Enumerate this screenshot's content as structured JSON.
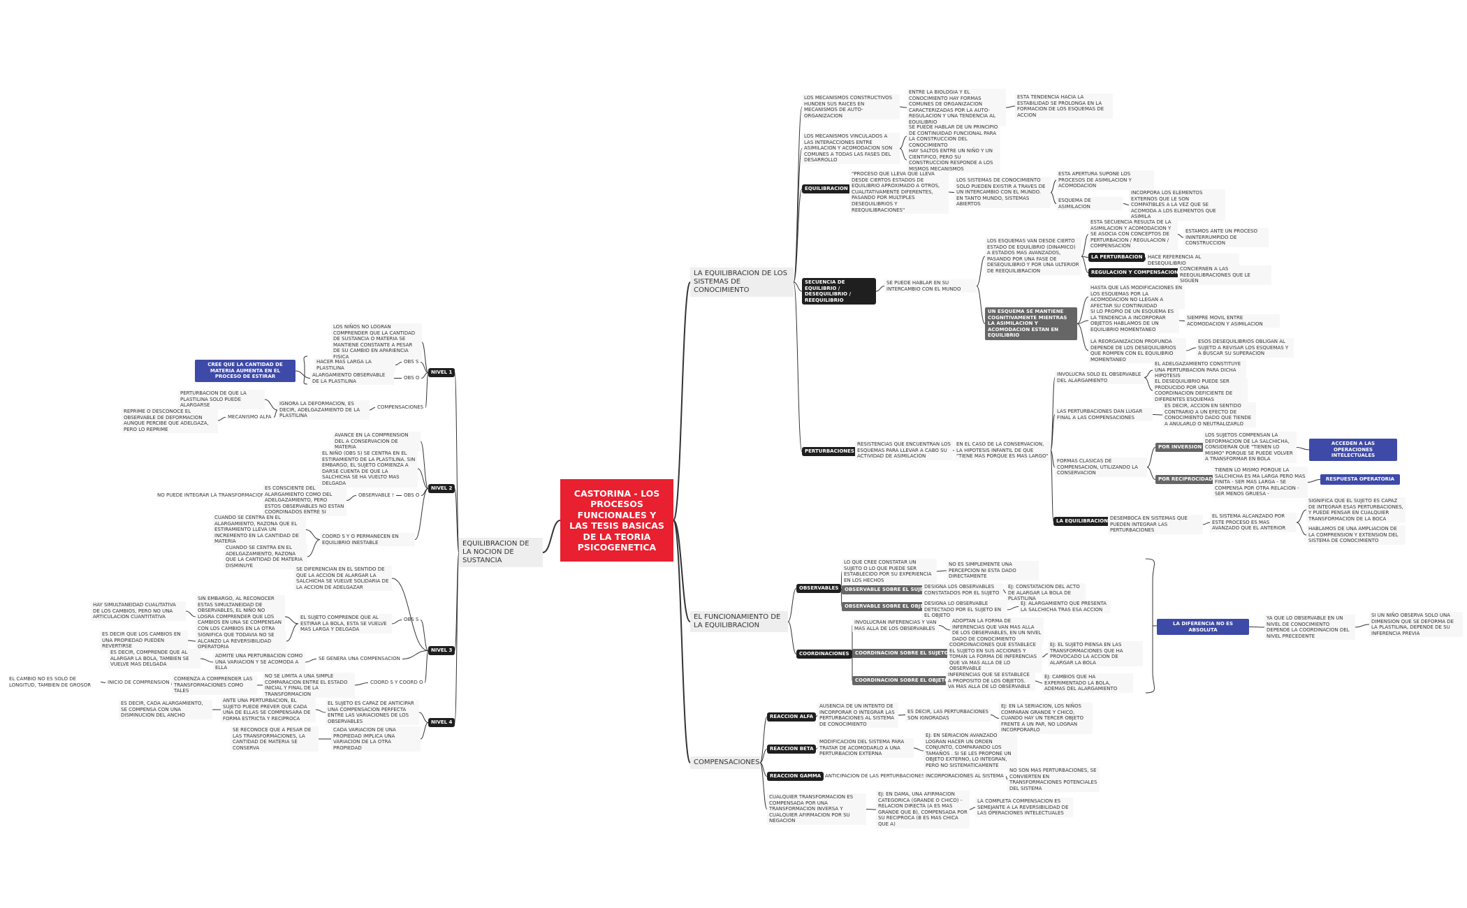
{
  "colors": {
    "root": "#e8202f",
    "dark": "#1f1f1f",
    "gray": "#666666",
    "blue": "#3e4aa8",
    "line": "#333333",
    "light_bg": "#f7f7f7"
  },
  "root": "CASTORINA - LOS PROCESOS FUNCIONALES Y LAS TESIS BASICAS DE LA TEORIA PSICOGENETICA",
  "branches": {
    "equilibracion": "LA EQUILIBRACION DE LOS SISTEMAS DE CONOCIMIENTO",
    "funcionamiento": "EL FUNCIONAMIENTO DE LA EQUILIBRACION",
    "compensaciones": "COMPENSACIONES",
    "sustancia": "EQUILIBRACION DE LA NOCION DE SUSTANCIA"
  },
  "eq": {
    "mec_constructivos": "LOS MECANISMOS CONSTRUCTIVOS HUNDEN SUS RAICES EN MECANISMOS DE AUTO-ORGANIZACION",
    "biologia": "ENTRE LA BIOLOGIA Y EL CONOCIMIENTO HAY FORMAS COMUNES DE ORGANIZACION CARACTERIZADAS POR LA AUTO-REGULACION Y UNA TENDENCIA AL EQUILIBRIO",
    "tendencia": "ESTA TENDENCIA HACIA LA ESTABILIDAD SE PROLONGA EN LA FORMACION DE LOS ESQUEMAS DE ACCION",
    "mec_vinculados": "LOS MECANISMOS VINCULADOS A LAS INTERACCIONES ENTRE ASIMILACION Y ACOMODACION SON COMUNES A TODAS LAS FASES DEL DESARROLLO",
    "principio": "SE PUEDE HABLAR DE UN PRINCIPIO DE CONTINUIDAD FUNCIONAL PARA LA CONSTRUCCION DEL CONOCIMIENTO",
    "saltos": "HAY SALTOS ENTRE UN NIÑO Y UN CIENTIFICO, PERO SU CONSTRUCCION RESPONDE A LOS MISMOS MECANISMOS",
    "equilibracion_label": "EQUILIBRACION",
    "proceso": "\"PROCESO QUE LLEVA QUE LLEVA DESDE CIERTOS ESTADOS DE EQUILIBRIO APROXIMADO A OTROS, CUALITATIVAMENTE DIFERENTES, PASANDO POR MULTIPLES DESEQUILIBRIOS Y REEQUILIBRACIONES\"",
    "sistemas": "LOS SISTEMAS DE CONOCIMIENTO SOLO PUEDEN EXISTIR A TRAVES DE UN INTERCAMBIO CON EL MUNDO. EN TANTO MUNDO, SISTEMAS ABIERTOS",
    "apertura": "ESTA APERTURA SUPONE LOS PROCESOS DE ASIMILACION Y ACOMODACION",
    "esquema_asim": "ESQUEMA DE ASIMILACION",
    "incorpora": "INCORPORA LOS ELEMENTOS EXTERNOS QUE LE SON COMPATIBLES A LA VEZ QUE SE ACOMODA A LOS ELEMENTOS QUE ASIMILA",
    "secuencia_label": "SECUENCIA DE EQUILIBRIO / DESEQUILIBRIO / REEQUILIBRIO",
    "intercambio": "SE PUEDE HABLAR EN SU INTERCAMBIO CON EL MUNDO",
    "esquemas_van": "LOS ESQUEMAS VAN DESDE CIERTO ESTADO DE EQUILIBRIO (DINAMICO) A ESTADOS MAS AVANZADOS, PASANDO POR UNA FASE DE DESEQUILIBRIO Y POR UNA ULTERIOR DE REEQUILIBRACION",
    "secuencia_resulta": "ESTA SECUENCIA RESULTA DE LA ASIMILACION Y ACOMODACION Y SE ASOCIA CON CONCEPTOS DE PERTURBACION / REGULACION / COMPENSACION",
    "estamos": "ESTAMOS ANTE UN PROCESO ININTERRUMPIDO DE CONSTRUCCION",
    "la_perturbacion": "LA PERTURBACION",
    "hace_ref": "HACE REFERENCIA AL DESEQUILIBRIO",
    "regulacion": "REGULACION Y COMPENSACION",
    "conciernen": "CONCIERNEN A LAS REEQUILIBRACIONES QUE LE SIGUEN",
    "un_esquema": "UN ESQUEMA SE MANTIENE COGNITIVAMENTE MIENTRAS LA ASIMILACION Y ACOMODACION ESTAN EN EQUILIBRIO",
    "hasta_que": "HASTA QUE LAS MODIFICACIONES EN LOS ESQUEMAS POR LA ACOMODACION NO LLEGAN A AFECTAR SU CONTINUIDAD",
    "si_lo_propio": "SI LO PROPIO DE UN ESQUEMA ES LA TENDENCIA A INCORPORAR OBJETOS HABLAMOS DE UN EQUILIBRIO MOMENTANEO",
    "siempre_movil": "SIEMPRE MOVIL ENTRE ACOMODACION Y ASIMILACION",
    "reorganizacion": "LA REORGANIZACION PROFUNDA DEPENDE DE LOS DESEQUILIBRIOS QUE ROMPEN CON EL EQUILIBRIO MOMENTANEO",
    "esos_deseq": "ESOS DESEQUILIBRIOS OBLIGAN AL SUJETO A REVISAR LOS ESQUEMAS Y A BUSCAR SU SUPERACION",
    "perturbaciones_label": "PERTURBACIONES",
    "resistencias": "RESISTENCIAS QUE ENCUENTRAN LOS ESQUEMAS PARA LLEVAR A CABO SU ACTIVIDAD DE ASIMILACION",
    "en_el_caso": "EN EL CASO DE LA CONSERVACION, LA HIPOTESIS INFANTIL DE QUE \"TIENE MAS PORQUE ES MAS LARGO\"",
    "involucra": "INVOLUCRA SOLO EL OBSERVABLE DEL ALARGAMIENTO",
    "adelgazamiento": "EL ADELGAZAMIENTO CONSTITUYE UNA PERTURBACION PARA DICHA HIPOTESIS",
    "desequilibrio_puede": "EL DESEQUILIBRIO PUEDE SER PRODUCIDO POR UNA COORDINACION DEFICIENTE DE DIFERENTES ESQUEMAS",
    "las_perturbaciones": "LAS PERTURBACIONES DAN LUGAR FINAL A LAS COMPENSACIONES",
    "es_decir_accion": "ES DECIR, ACCION EN SENTIDO CONTRARIO A UN EFECTO DE CONOCIMIENTO DADO QUE TIENDE A ANULARLO O NEUTRALIZARLO",
    "formas_clasicas": "FORMAS CLASICAS DE COMPENSACION, UTILIZANDO LA CONSERVACION",
    "por_inversion": "POR INVERSION",
    "los_sujetos": "LOS SUJETOS COMPENSAN LA DEFORMACION DE LA SALCHICHA, CONSIDERAN QUE \"TIENEN LO MISMO\" PORQUE SE PUEDE VOLVER A TRANSFORMAR EN BOLA",
    "acceden": "ACCEDEN A LAS OPERACIONES INTELECTUALES",
    "por_reciprocidad": "POR RECIPROCIDAD",
    "tienen_lo_mismo": "TIENEN LO MISMO PORQUE LA SALCHICHA ES MA LARGA PERO MAS FINITA - SER MAS LARGA - SE COMPENSA POR OTRA RELACION - SER MENOS GRUESA -",
    "respuesta": "RESPUESTA OPERATORIA",
    "la_equilibracion_label": "LA EQUILIBRACION",
    "desemboca": "DESEMBOCA EN SISTEMAS QUE PUEDEN INTEGRAR LAS PERTURBACIONES",
    "sistema_alcanzado": "EL SISTEMA ALCANZADO POR ESTE PROCESO ES MAS AVANZADO QUE EL ANTERIOR",
    "significa": "SIGNIFICA QUE EL SUJETO ES CAPAZ DE INTEGRAR ESAS PERTURBACIONES, Y PUEDE PENSAR EN CUALQUIER TRANSFORMACION DE LA BOCA",
    "hablamos": "HABLAMOS DE UNA AMPLIACION DE LA COMPRENSION Y EXTENSION DEL SISTEMA DE CONOCIMIENTO"
  },
  "fn": {
    "observables_label": "OBSERVABLES",
    "lo_que_cree": "LO QUE CREE CONSTATAR UN SUJETO O LO QUE PUEDE SER ESTABLECIDO POR SU EXPERIENCIA EN LOS HECHOS",
    "no_es_simplemente": "NO ES SIMPLEMENTE UNA PERCEPCION NI ESTA DADO DIRECTAMENTE",
    "obs_sujeto": "OBSERVABLE SOBRE EL SUJETO",
    "designa_sujeto": "DESIGNA LOS OBSERVABLES CONSTATADOS POR EL SUJETO",
    "ej_constatacion": "EJ: CONSTATACION DEL ACTO DE ALARGAR LA BOLA DE PLASTILINA",
    "obs_objeto": "OBSERVABLE SOBRE EL OBJETO",
    "designa_objeto": "DESIGNA LO OBSERVABLE DETECTADO POR EL SUJETO EN EL OBJETO",
    "ej_alargamiento": "EJ: ALARGAMIENTO QUE PRESENTA LA SALCHICHA TRAS ESA ACCION",
    "coordinaciones_label": "COORDINACIONES",
    "involucran": "INVOLUCRAN INFERENCIAS Y VAN MAS ALLA DE LOS OBSERVABLES",
    "adoptan": "ADOPTAN LA FORMA DE INFERENCIAS QUE VAN MAS ALLA DE LOS OBSERVABLES, EN UN NIVEL DADO DE CONOCIMIENTO",
    "coord_sujeto": "COORDINACION SOBRE EL SUJETO",
    "coord_sujeto_txt": "COORDINACIONES QUE ESTABLECE EL SUJETO EN SUS ACCIONES Y TOMAN LA FORMA DE INFERENCIAS QUE VA MAS ALLA DE LO OBSERVABLE",
    "ej_piensa": "EJ: EL SUJETO PIENSA EN LAS TRANSFORMACIONES QUE HA PROVOCADO LA ACCION DE ALARGAR LA BOLA",
    "coord_objeto": "COORDINACION SOBRE EL OBJETO",
    "coord_objeto_txt": "INFERENCIAS QUE SE ESTABLECE A PROPOSITO DE LOS OBJETOS. VA MAS ALLA DE LO OBSERVABLE",
    "ej_cambios": "EJ: CAMBIOS QUE HA EXPERIMENTADO LA BOLA, ADEMAS DEL ALARGAMIENTO",
    "diferencia": "LA DIFERENCIA NO ES ABSOLUTA",
    "ya_que": "YA QUE LO OBSERVABLE EN UN NIVEL DE CONOCIMIENTO DEPENDE LA COORDINACION DEL NIVEL PRECEDENTE",
    "si_un_nino": "SI UN NIÑO OBSERVA SOLO UNA DIMENSION QUE SE DEFORMA DE LA PLASTILINA, DEPENDE DE SU INFERENCIA PREVIA"
  },
  "cp": {
    "alfa": "REACCION ALFA",
    "alfa_txt": "AUSENCIA DE UN INTENTO DE INCORPORAR O INTEGRAR LAS PERTURBACIONES AL SISTEMA DE CONOCIMIENTO",
    "alfa_decir": "ES DECIR, LAS PERTURBACIONES SON IGNORADAS",
    "alfa_ej": "EJ: EN LA SERIACION, LOS NIÑOS COMPARAN GRANDE Y CHICO, CUANDO HAY UN TERCER OBJETO FRENTE A UN PAR, NO LOGRAN INCORPORARLO",
    "beta": "REACCION  BETA",
    "beta_txt": "MODIFICACION DEL SISTEMA PARA TRATAR DE ACOMODARLO A UNA PERTURBACION EXTERNA",
    "beta_ej": "EJ: EN SERIACION AVANZADO LOGRAN HACER UN ORDEN CONJUNTO, COMPARANDO LOS TAMAÑOS . SI SE LES PROPONE UN OBJETO EXTERNO, LO INTEGRAN, PERO NO SISTEMATICAMENTE",
    "gamma": "REACCION GAMMA",
    "gamma_txt": "ANTICIPACION DE LAS PERTURBACIONES",
    "gamma_incorp": "INCORPORACIONES AL SISTEMA",
    "gamma_no": "NO SON MAS PERTURBACIONES, SE CONVIERTEN EN TRANSFORMACIONES POTENCIALES DEL SISTEMA",
    "cualquier": "CUALQUIER TRANSFORMACION ES COMPENSADA POR UNA TRANSFORMACION INVERSA Y CUALQUIER AFIRMACION POR SU NEGACION",
    "ej_dama": "EJ: EN DAMA, UNA AFIRMACION CATEGORICA (GRANDE O CHICO) - RELACION DIRECTA (A ES MAS GRANDE QUE B), COMPENSADA POR SU RECIPROCA (B ES MAS CHICA QUE A)",
    "la_completa": "LA COMPLETA COMPENSACION ES SEMEJANTE A LA REVERSIBILIDAD DE LAS OPERACIONES INTELECTUALES"
  },
  "sus": {
    "nivel1": "NIVEL 1",
    "n1_ninos": "LOS NIÑOS NO LOGRAN COMPRENDER QUE LA CANTIDAD DE SUSTANCIA O MATERIA SE MANTIENE CONSTANTE A PESAR DE SU CAMBIO EN APARIENCIA FISICA",
    "n1_hacer": "HACER MAS LARGA LA PLASTILINA",
    "obs_s": "OBS S",
    "obs_o": "OBS O",
    "n1_alargamiento": "ALARGAMIENTO OBSERVABLE DE LA PLASTILINA",
    "n1_cree": "CREE QUE LA CANTIDAD DE MATERIA AUMENTA EN EL PROCESO DE ESTIRAR",
    "n1_perturbacion": "PERTURBACION DE QUE LA PLASTILINA SOLO PUEDE ALARGARSE",
    "n1_ignora": "IGNORA LA DEFORMACION, ES DECIR, ADELGAZAMIENTO DE LA PLASTILINA",
    "n1_compensaciones": "COMPENSACIONES",
    "n1_reprime": "REPRIME O DESCONOCE EL OBSERVABLE DE DEFORMACION AUNQUE PERCIBE QUE ADELGAZA, PERO LO REPRIME",
    "n1_mec_alfa": "MECANISMO ALFA",
    "nivel2": "NIVEL 2",
    "n2_avance": "AVANCE EN LA COMPRENSION DEL A CONSERVACION DE MATERIA",
    "n2_nino": "EL NIÑO (OBS S) SE CENTRA EN EL ESTIRAMIENTO DE LA PLASTILINA. SIN EMBARGO, EL SUJETO COMIENZA A DARSE CUENTA DE QUE LA SALCHICHA SE HA VUELTO MAS DELGADA",
    "n2_no_puede": "NO PUEDE INTEGRAR LA TRANSFORMACION",
    "n2_consciente": "ES CONSCIENTE DEL ALARGAMIENTO COMO DEL ADELGAZAMIENTO, PERO ESTOS OBSERVABLES NO ESTAN COORDINADOS ENTRE SI",
    "n2_observable": "OBSERVABLE !",
    "n2_cuando1": "CUANDO SE CENTRA EN EL ALARGAMIENTO, RAZONA QUE EL ESTIRAMIENTO LLEVA UN INCREMENTO EN LA CANTIDAD DE MATERIA",
    "n2_coord": "COORD S Y O PERMANECEN EN EQUILIBRIO INESTABLE",
    "n2_cuando2": "CUANDO SE CENTRA EN EL ADELGAZAMIENTO, RAZONA QUE LA CANTIDAD DE MATERIA DISMINUYE",
    "nivel3": "NIVEL 3",
    "n3_diferencian": "SE DIFERENCIAN EN EL SENTIDO DE QUE LA ACCION DE ALARGAR LA SALCHICHA SE VUELVE SOLIDARIA DE LA ACCION DE ADELGAZAR",
    "n3_sin_embargo": "SIN EMBARGO, AL RECONOCER ESTAS SIMULTANEIDAD DE OBSERVABLES, EL NIÑO NO LOGRA COMPRENDER QUE LOS CAMBIOS EN UNA SE COMPENSAN CON LOS CAMBIOS EN LA OTRA DIMENSION",
    "n3_hay_simult": "HAY SIMULTANEIDAD CUALITATIVA DE LOS CAMBIOS, PERO NO UNA ARTICULACION CUANTITATIVA",
    "n3_comprende": "EL SUJETO COMPRENDE QUE AL ESTIRAR LA BOLA, ESTA SE VUELVE MAS LARGA Y DELGADA",
    "n3_significa": "SIGNIFICA QUE TODAVIA NO SE ALCANZO LA REVERSIBILIDAD OPERATORIA",
    "n3_es_decir_cambios": "ES DECIR QUE LOS CAMBIOS EN UNA PROPIEDAD PUEDEN REVERTIRSE",
    "n3_es_decir_alargar": "ES DECIR, COMPRENDE QUE AL ALARGAR LA BOLA, TAMBIEN SE VUELVE MAS DELGADA",
    "n3_admite": "ADMITE UNA PERTURBACION COMO UNA VARIACION Y SE ACOMODA A ELLA",
    "n3_genera": "SE GENERA UNA COMPENSACION",
    "n3_cambio": "EL CAMBIO NO ES SOLO DE LONGITUD, TAMBIEN DE GROSOR",
    "n3_inicio": "INICIO DE COMPRENSION",
    "n3_comienza": "COMIENZA A COMPRENDER LAS TRANSFORMACIONES COMO TALES",
    "n3_no_se_limita": "NO SE LIMITA A UNA SIMPLE COMPARACION ENTRE EL ESTADO INICIAL Y FINAL DE LA TRANSFORMACION",
    "n3_coord_so": "COORD S Y COORD O",
    "nivel4": "NIVEL 4",
    "n4_es_decir": "ES DECIR, CADA ALARGAMIENTO, SE COMPENSA CON UNA DISMINUCION DEL ANCHO",
    "n4_ante": "ANTE UNA PERTURBACION, EL SUJETO PUEDE PREVER QUE CADA UNA DE ELLAS SE COMPENSARA DE FORMA ESTRICTA Y RECIPROCA",
    "n4_capaz": "EL SUJETO ES CAPAZ DE ANTICIPAR UNA COMPENSACION PERFECTA ENTRE LAS VARIACIONES DE LOS OBSERVABLES",
    "n4_reconoce": "SE RECONOCE QUE A PESAR DE LAS TRANSFORMACIONES, LA CANTIDAD DE MATERIA SE CONSERVA",
    "n4_cada": "CADA VARIACION DE UNA PROPIEDAD IMPLICA UNA VARIACION DE LA OTRA PROPIEDAD"
  }
}
